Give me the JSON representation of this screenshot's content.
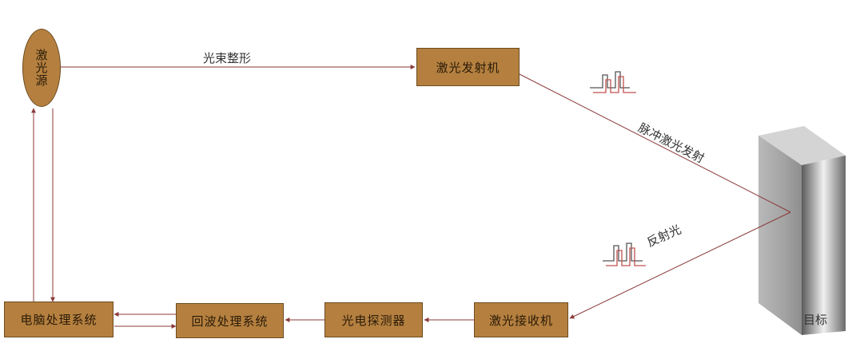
{
  "nodes": {
    "laser_source": "激光源",
    "laser_transmitter": "激光发射机",
    "laser_receiver": "激光接收机",
    "photo_detector": "光电探测器",
    "echo_processing": "回波处理系统",
    "computer_processing": "电脑处理系统",
    "target": "目标"
  },
  "edge_labels": {
    "beam_shaping": "光束整形",
    "pulse_emission": "脉冲激光发射",
    "reflected_light": "反射光"
  },
  "colors": {
    "box_fill": "#b5803f",
    "box_border": "#6d4a1f",
    "line": "#8b3a3a",
    "pulse": "#c0504d"
  }
}
